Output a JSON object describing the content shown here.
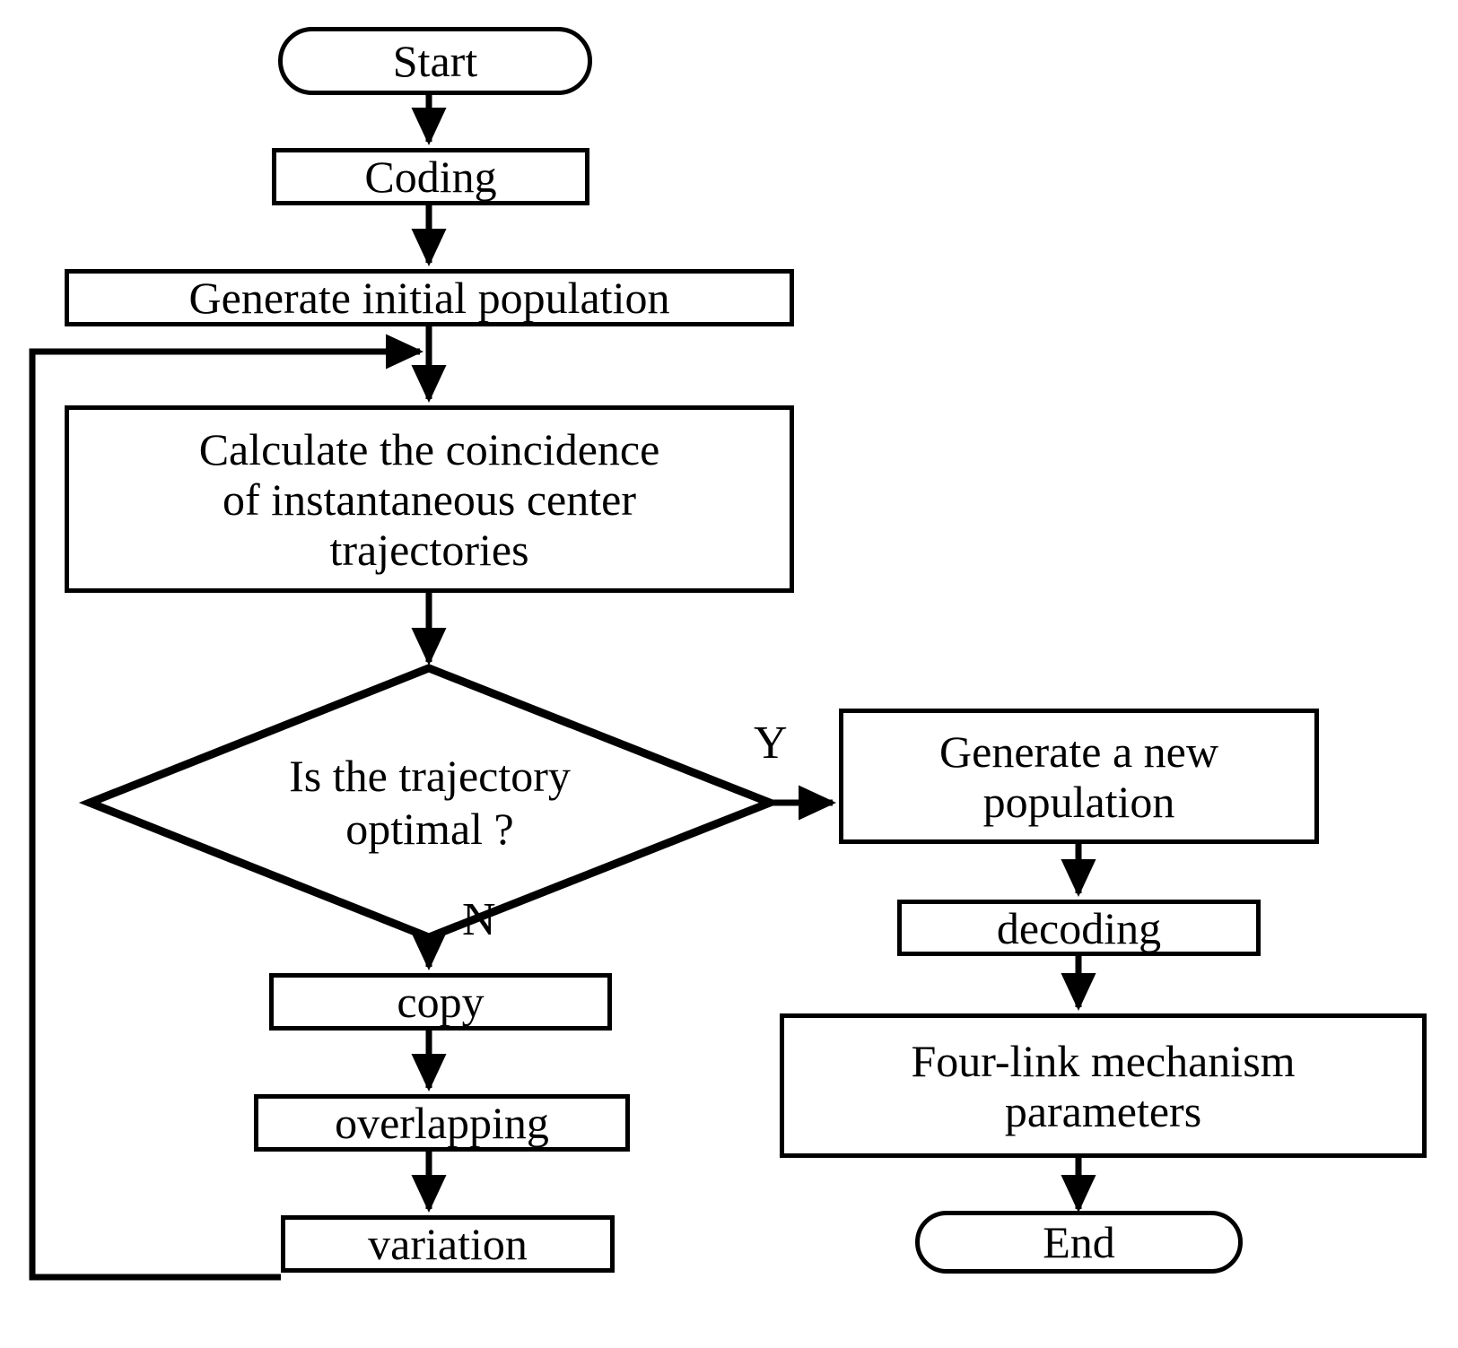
{
  "diagram": {
    "title": "Genetic algorithm optimization flowchart",
    "orientation": "top-to-bottom, two columns",
    "line_color": "#000000",
    "fill_color": "#ffffff",
    "text_color": "#000000"
  },
  "nodes": {
    "start": {
      "label": "Start",
      "shape": "stadium"
    },
    "coding": {
      "label": "Coding",
      "shape": "rectangle"
    },
    "generate_initial_population": {
      "label": "Generate initial population",
      "shape": "rectangle"
    },
    "calculate_coincidence": {
      "label": "Calculate the coincidence\nof instantaneous center\ntrajectories",
      "shape": "rectangle"
    },
    "decision": {
      "label": "Is the trajectory\noptimal ?",
      "shape": "diamond"
    },
    "copy": {
      "label": "copy",
      "shape": "rectangle"
    },
    "overlapping": {
      "label": "overlapping",
      "shape": "rectangle"
    },
    "variation": {
      "label": "variation",
      "shape": "rectangle"
    },
    "generate_new_population": {
      "label": "Generate a new\npopulation",
      "shape": "rectangle"
    },
    "decoding": {
      "label": "decoding",
      "shape": "rectangle"
    },
    "four_link_parameters": {
      "label": "Four-link mechanism\nparameters",
      "shape": "rectangle"
    },
    "end": {
      "label": "End",
      "shape": "stadium"
    }
  },
  "edge_labels": {
    "yes": "Y",
    "no": "N"
  },
  "flow": [
    {
      "from": "start",
      "to": "coding",
      "label": ""
    },
    {
      "from": "coding",
      "to": "generate_initial_population",
      "label": ""
    },
    {
      "from": "generate_initial_population",
      "to": "calculate_coincidence",
      "label": ""
    },
    {
      "from": "calculate_coincidence",
      "to": "decision",
      "label": ""
    },
    {
      "from": "decision",
      "to": "generate_new_population",
      "label": "Y"
    },
    {
      "from": "decision",
      "to": "copy",
      "label": "N"
    },
    {
      "from": "copy",
      "to": "overlapping",
      "label": ""
    },
    {
      "from": "overlapping",
      "to": "variation",
      "label": ""
    },
    {
      "from": "variation",
      "to": "calculate_coincidence",
      "label": ""
    },
    {
      "from": "generate_new_population",
      "to": "decoding",
      "label": ""
    },
    {
      "from": "decoding",
      "to": "four_link_parameters",
      "label": ""
    },
    {
      "from": "four_link_parameters",
      "to": "end",
      "label": ""
    }
  ]
}
